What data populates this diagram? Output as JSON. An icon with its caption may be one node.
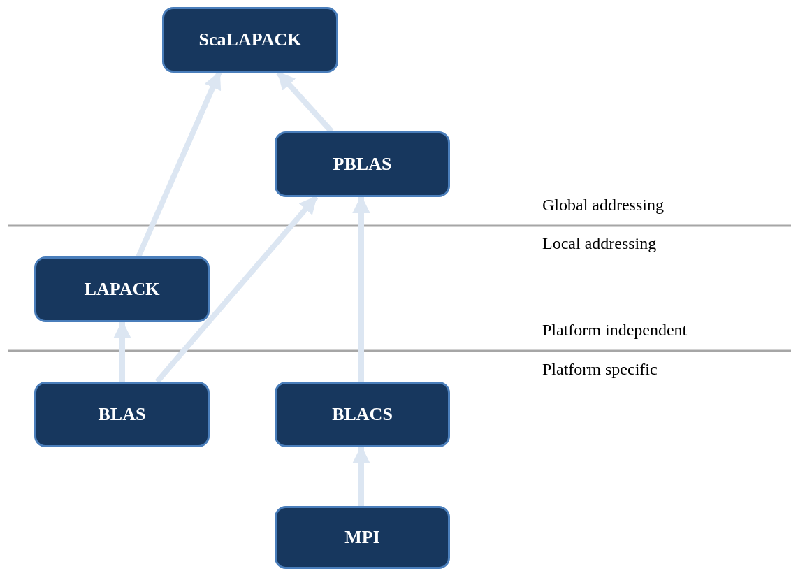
{
  "diagram": {
    "nodes": [
      {
        "text": [
          "ScaLAPACK"
        ]
      },
      {
        "text": [
          "PBLAS"
        ]
      },
      {
        "text": [
          "LAPACK"
        ]
      },
      {
        "text": [
          "BLAS"
        ]
      },
      {
        "text": [
          "BLACS"
        ]
      },
      {
        "text": [
          "MPI"
        ]
      }
    ],
    "edges": [
      {
        "from": 2,
        "to": 0,
        "arrow": "to"
      },
      {
        "from": 1,
        "to": 0,
        "arrow": "to"
      },
      {
        "from": 3,
        "to": 1,
        "arrow": "to"
      },
      {
        "from": 3,
        "to": 2,
        "arrow": "to"
      },
      {
        "from": 4,
        "to": 1,
        "arrow": "to"
      },
      {
        "from": 5,
        "to": 4,
        "arrow": "to"
      }
    ],
    "labels": [
      "Global addressing",
      "Local addressing",
      "Platform independent",
      "Platform specific"
    ]
  }
}
